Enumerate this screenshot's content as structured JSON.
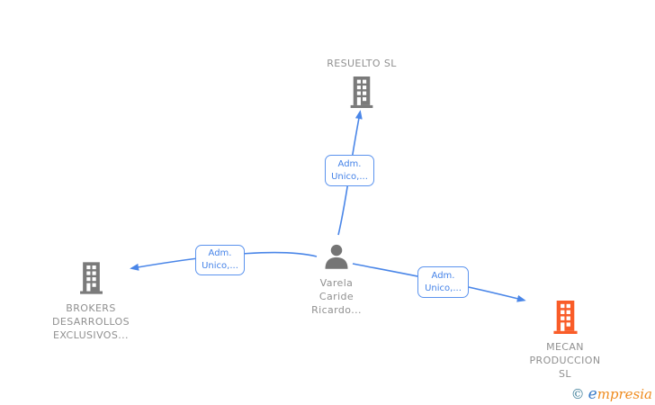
{
  "colors": {
    "edge": "#4a86e8",
    "box_border": "#5b93ee",
    "box_text": "#4583e8",
    "company_gray": "#7a7a7a",
    "company_orange": "#f95c28",
    "person_gray": "#757575",
    "label_gray": "#909090",
    "watermark_copy": "#41809b",
    "watermark_e": "#3a7bc8",
    "watermark_rest": "#ef8b1e"
  },
  "icons": {
    "company": "building-icon",
    "person": "user-silhouette-icon",
    "watermark": "copyright-symbol"
  },
  "nodes": {
    "resuelto": {
      "label": "RESUELTO SL",
      "type": "company"
    },
    "person": {
      "label": "Varela\nCaride\nRicardo...",
      "type": "person"
    },
    "brokers": {
      "label": "BROKERS\nDESARROLLOS\nEXCLUSIVOS...",
      "type": "company"
    },
    "mecan": {
      "label": "MECAN\nPRODUCCION\nSL",
      "type": "company"
    }
  },
  "edges": {
    "person_to_resuelto": {
      "label": "Adm.\nUnico,..."
    },
    "person_to_brokers": {
      "label": "Adm.\nUnico,..."
    },
    "person_to_mecan": {
      "label": "Adm.\nUnico,..."
    }
  },
  "watermark": {
    "copyright": "©",
    "brand_initial": "e",
    "brand_rest": "mpresia"
  }
}
